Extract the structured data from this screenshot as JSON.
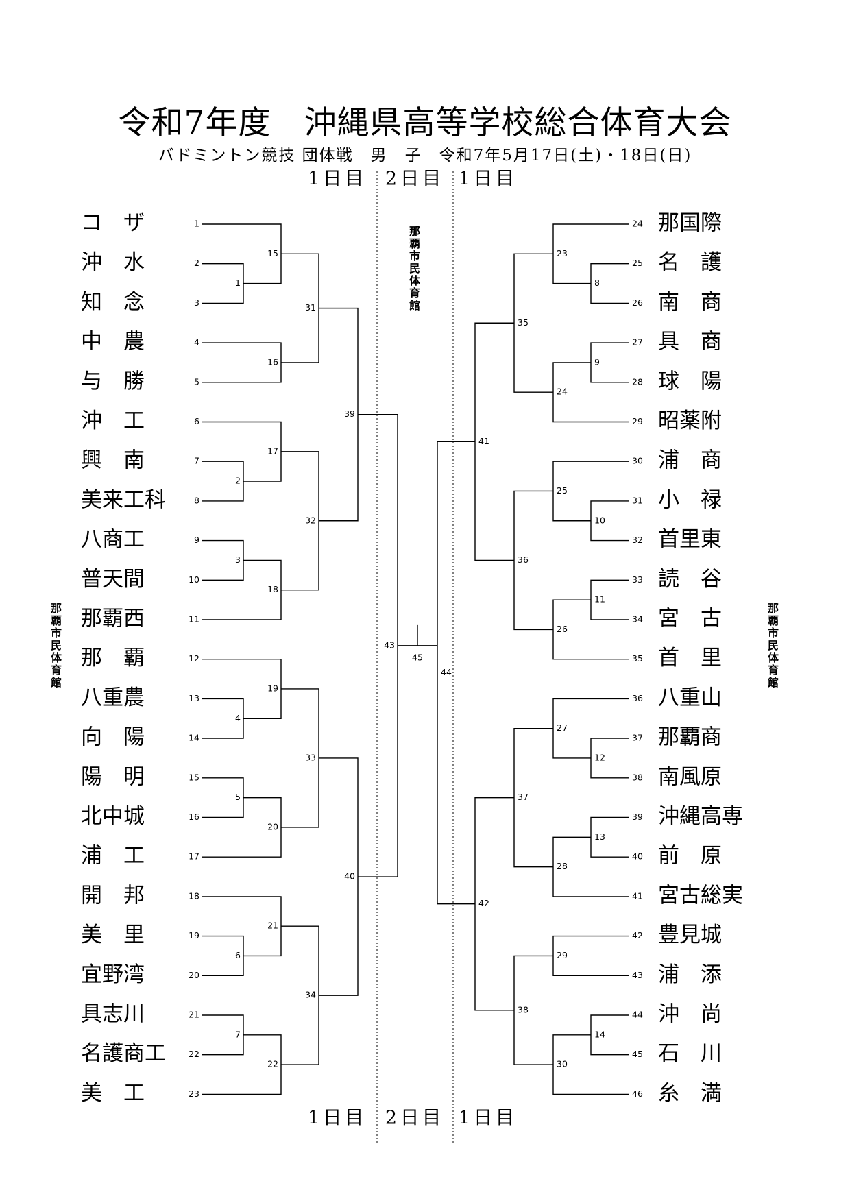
{
  "title": "令和7年度　沖縄県高等学校総合体育大会",
  "subtitle": "バドミントン競技 団体戦　男　子　令和7年5月17日(土)・18日(日)",
  "day_labels": {
    "day1": "1日目",
    "day2": "2日目"
  },
  "venues": {
    "center": "那覇市民体育館",
    "left": "那覇市民体育館",
    "right": "那覇市民体育館"
  },
  "left_teams": [
    {
      "num": "1",
      "name": "コ　ザ"
    },
    {
      "num": "2",
      "name": "沖　水"
    },
    {
      "num": "3",
      "name": "知　念"
    },
    {
      "num": "4",
      "name": "中　農"
    },
    {
      "num": "5",
      "name": "与　勝"
    },
    {
      "num": "6",
      "name": "沖　工"
    },
    {
      "num": "7",
      "name": "興　南"
    },
    {
      "num": "8",
      "name": "美来工科"
    },
    {
      "num": "9",
      "name": "八商工"
    },
    {
      "num": "10",
      "name": "普天間"
    },
    {
      "num": "11",
      "name": "那覇西"
    },
    {
      "num": "12",
      "name": "那　覇"
    },
    {
      "num": "13",
      "name": "八重農"
    },
    {
      "num": "14",
      "name": "向　陽"
    },
    {
      "num": "15",
      "name": "陽　明"
    },
    {
      "num": "16",
      "name": "北中城"
    },
    {
      "num": "17",
      "name": "浦　工"
    },
    {
      "num": "18",
      "name": "開　邦"
    },
    {
      "num": "19",
      "name": "美　里"
    },
    {
      "num": "20",
      "name": "宜野湾"
    },
    {
      "num": "21",
      "name": "具志川"
    },
    {
      "num": "22",
      "name": "名護商工"
    },
    {
      "num": "23",
      "name": "美　工"
    }
  ],
  "right_teams": [
    {
      "num": "24",
      "name": "那国際"
    },
    {
      "num": "25",
      "name": "名　護"
    },
    {
      "num": "26",
      "name": "南　商"
    },
    {
      "num": "27",
      "name": "具　商"
    },
    {
      "num": "28",
      "name": "球　陽"
    },
    {
      "num": "29",
      "name": "昭薬附"
    },
    {
      "num": "30",
      "name": "浦　商"
    },
    {
      "num": "31",
      "name": "小　禄"
    },
    {
      "num": "32",
      "name": "首里東"
    },
    {
      "num": "33",
      "name": "読　谷"
    },
    {
      "num": "34",
      "name": "宮　古"
    },
    {
      "num": "35",
      "name": "首　里"
    },
    {
      "num": "36",
      "name": "八重山"
    },
    {
      "num": "37",
      "name": "那覇商"
    },
    {
      "num": "38",
      "name": "南風原"
    },
    {
      "num": "39",
      "name": "沖縄高専"
    },
    {
      "num": "40",
      "name": "前　原"
    },
    {
      "num": "41",
      "name": "宮古総実"
    },
    {
      "num": "42",
      "name": "豊見城"
    },
    {
      "num": "43",
      "name": "浦　添"
    },
    {
      "num": "44",
      "name": "沖　尚"
    },
    {
      "num": "45",
      "name": "石　川"
    },
    {
      "num": "46",
      "name": "糸　満"
    }
  ],
  "match_numbers": [
    "1",
    "2",
    "3",
    "4",
    "5",
    "6",
    "7",
    "8",
    "9",
    "10",
    "11",
    "12",
    "13",
    "14",
    "15",
    "16",
    "17",
    "18",
    "19",
    "20",
    "21",
    "22",
    "23",
    "24",
    "25",
    "26",
    "27",
    "28",
    "29",
    "30",
    "31",
    "32",
    "33",
    "34",
    "35",
    "36",
    "37",
    "38",
    "39",
    "40",
    "41",
    "42",
    "43",
    "44",
    "45"
  ]
}
